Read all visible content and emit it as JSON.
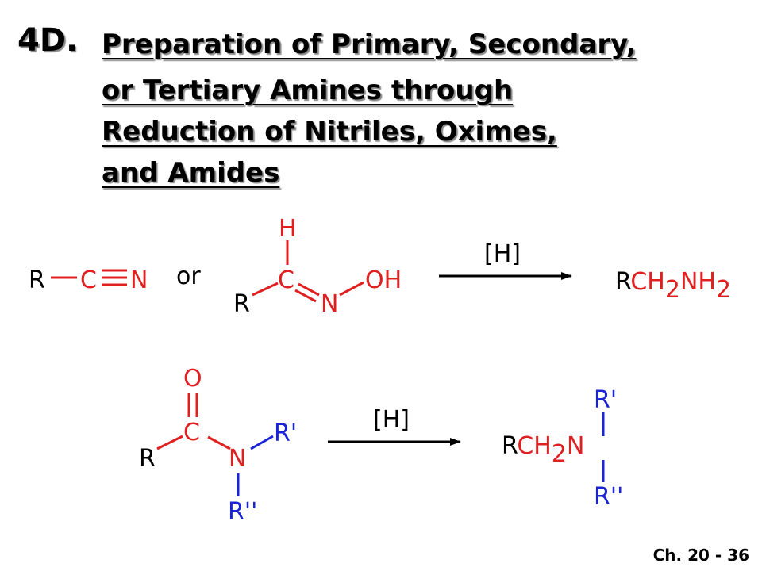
{
  "title": {
    "number": "4D.",
    "lines": [
      "Preparation of Primary, Secondary,",
      "or Tertiary Amines through",
      "Reduction of Nitriles, Oximes,",
      "and Amides"
    ]
  },
  "slide_number": "Ch. 20 - 36",
  "reaction1": {
    "nitrile": {
      "r": "R",
      "c": "C",
      "n": "N"
    },
    "or_text": "or",
    "oxime": {
      "h": "H",
      "c": "C",
      "r": "R",
      "n": "N",
      "oh": "OH"
    },
    "reagent": "[H]",
    "product": {
      "r": "R",
      "ch": "CH",
      "sub1": "2",
      "nh": "NH",
      "sub2": "2"
    }
  },
  "reaction2": {
    "amide": {
      "o": "O",
      "c": "C",
      "r": "R",
      "n": "N",
      "r1": "R'",
      "r2": "R''"
    },
    "reagent": "[H]",
    "product": {
      "r": "R",
      "ch": "CH",
      "sub": "2",
      "n": "N",
      "r1": "R'",
      "r2": "R''"
    }
  },
  "colors": {
    "red": "#e02020",
    "blue": "#1a24d6",
    "black": "#000000"
  }
}
